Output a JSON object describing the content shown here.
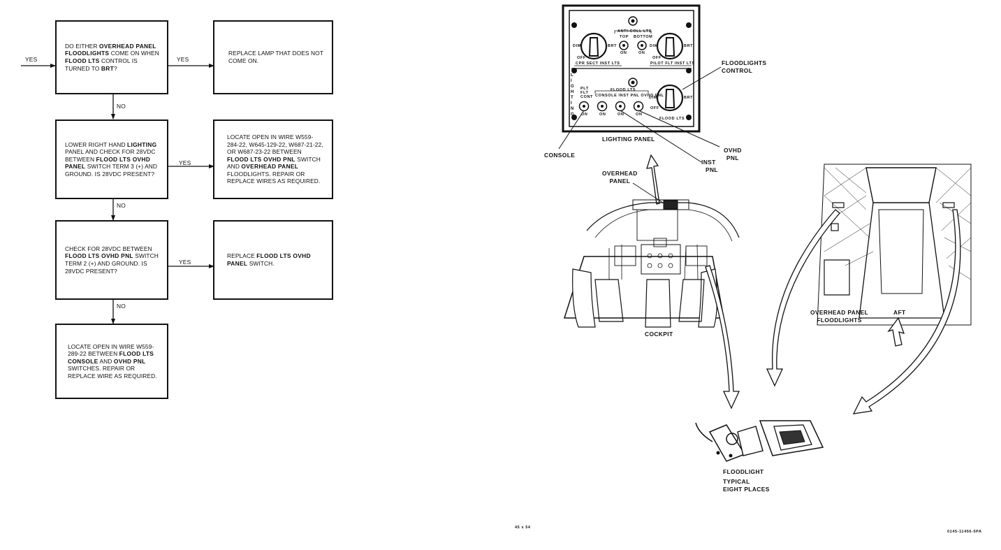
{
  "flowchart": {
    "entry_label": "YES",
    "steps": [
      {
        "question": [
          {
            "t": "DO EITHER ",
            "b": false
          },
          {
            "t": "OVERHEAD PANEL FLOODLIGHTS",
            "b": true
          },
          {
            "t": " COME ON WHEN ",
            "b": false
          },
          {
            "t": "FLOOD LTS",
            "b": true
          },
          {
            "t": " CONTROL IS TURNED TO ",
            "b": false
          },
          {
            "t": "BRT",
            "b": true
          },
          {
            "t": "?",
            "b": false
          }
        ],
        "yes_label": "YES",
        "action": [
          {
            "t": "REPLACE LAMP THAT DOES NOT COME ON.",
            "b": false
          }
        ],
        "no_label": "NO"
      },
      {
        "question": [
          {
            "t": "LOWER RIGHT HAND ",
            "b": false
          },
          {
            "t": "LIGHTING",
            "b": true
          },
          {
            "t": " PANEL AND CHECK FOR 28VDC BETWEEN ",
            "b": false
          },
          {
            "t": "FLOOD LTS OVHD PANEL",
            "b": true
          },
          {
            "t": " SWITCH TERM 3 (+) AND GROUND. IS 28VDC PRESENT?",
            "b": false
          }
        ],
        "yes_label": "YES",
        "action": [
          {
            "t": "LOCATE OPEN IN WIRE W559-284-22, W645-129-22, W687-21-22, OR W687-23-22 BETWEEN ",
            "b": false
          },
          {
            "t": "FLOOD LTS OVHD PNL",
            "b": true
          },
          {
            "t": " SWITCH AND ",
            "b": false
          },
          {
            "t": "OVERHEAD PANEL",
            "b": true
          },
          {
            "t": " FLOODLIGHTS. REPAIR OR REPLACE WIRES AS REQUIRED.",
            "b": false
          }
        ],
        "no_label": "NO"
      },
      {
        "question": [
          {
            "t": "CHECK FOR 28VDC BETWEEN ",
            "b": false
          },
          {
            "t": "FLOOD LTS OVHD PNL",
            "b": true
          },
          {
            "t": " SWITCH TERM 2 (+) AND GROUND. IS 28VDC PRESENT?",
            "b": false
          }
        ],
        "yes_label": "YES",
        "action": [
          {
            "t": "REPLACE ",
            "b": false
          },
          {
            "t": "FLOOD LTS OVHD PANEL",
            "b": true
          },
          {
            "t": " SWITCH.",
            "b": false
          }
        ],
        "no_label": "NO"
      },
      {
        "question": [
          {
            "t": "LOCATE OPEN IN WIRE W559-289-22 BETWEEN ",
            "b": false
          },
          {
            "t": "FLOOD LTS CONSOLE",
            "b": true
          },
          {
            "t": " AND ",
            "b": false
          },
          {
            "t": "OVHD PNL",
            "b": true
          },
          {
            "t": " SWITCHES. REPAIR OR REPLACE WIRE AS REQUIRED.",
            "b": false
          }
        ]
      }
    ]
  },
  "illustration": {
    "panel_labels": {
      "anti_coll": "ANTI-COLL LTS",
      "top": "TOP",
      "bottom": "BOTTOM",
      "on": "ON",
      "off": "OFF",
      "dim": "DIM",
      "brt": "BRT",
      "cpr_sect": "CPR SECT INST LTS",
      "pilot_flt": "PILOT FLT INST LTS",
      "plt_flt_cont": "PLT FLT CONT",
      "flood_lts": "FLOOD LTS",
      "flood_sub": "CONSOLE INST PNL OVHD PNL",
      "flood_lts_knob": "FLOOD LTS",
      "side_letters": "L I G H T I N G"
    },
    "callouts": {
      "floodlights_control": [
        "FLOODLIGHTS",
        "CONTROL"
      ],
      "lighting_panel": "LIGHTING PANEL",
      "console": "CONSOLE",
      "inst_pnl": [
        "INST",
        "PNL"
      ],
      "ovhd_pnl": [
        "OVHD",
        "PNL"
      ],
      "overhead_panel": [
        "OVERHEAD",
        "PANEL"
      ],
      "cockpit": "COCKPIT",
      "overhead_panel_floodlights": [
        "OVERHEAD PANEL",
        "FLOODLIGHTS"
      ],
      "aft": "AFT",
      "floodlight": [
        "FLOODLIGHT",
        "TYPICAL",
        "EIGHT PLACES"
      ]
    },
    "footer": {
      "page_size": "45 x 54",
      "figure_id": "0145-11456-5PA"
    }
  }
}
